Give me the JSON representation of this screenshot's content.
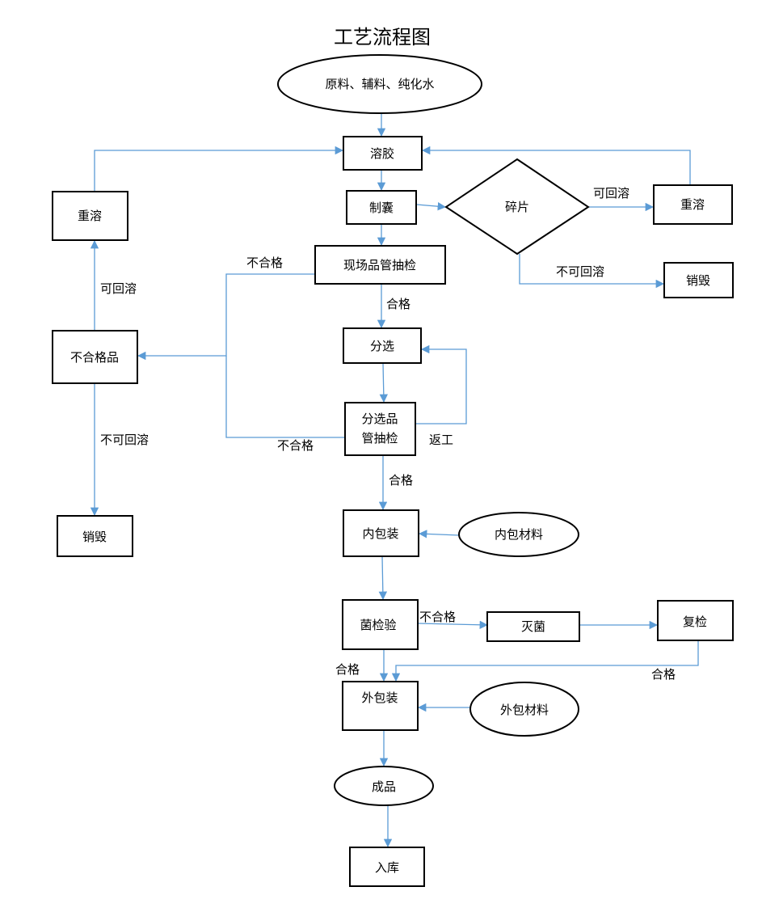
{
  "title": "工艺流程图",
  "nodes": {
    "raw_materials": "原料、辅料、纯化水",
    "dissolve": "溶胶",
    "encapsulate": "制囊",
    "fragment": "碎片",
    "remelt_right": "重溶",
    "destroy_right": "销毁",
    "remelt_left": "重溶",
    "site_inspection": "现场品管抽检",
    "sorting": "分选",
    "nonconforming": "不合格品",
    "sorted_inspection_line1": "分选品",
    "sorted_inspection_line2": "管抽检",
    "destroy_left": "销毁",
    "inner_packaging": "内包装",
    "inner_materials": "内包材料",
    "bacteria_test": "菌检验",
    "sterilize": "灭菌",
    "recheck": "复检",
    "outer_packaging": "外包装",
    "outer_materials": "外包材料",
    "finished_product": "成品",
    "warehouse": "入库"
  },
  "edge_labels": {
    "remeltable_right": "可回溶",
    "not_remeltable_right": "不可回溶",
    "unqualified_site": "不合格",
    "qualified_site": "合格",
    "remeltable_left": "可回溶",
    "not_remeltable_left": "不可回溶",
    "unqualified_sorted": "不合格",
    "rework": "返工",
    "qualified_sorted": "合格",
    "unqualified_bacteria": "不合格",
    "qualified_bacteria": "合格",
    "qualified_recheck": "合格"
  },
  "colors": {
    "edge": "#5b9bd5",
    "node_border": "#000000"
  }
}
